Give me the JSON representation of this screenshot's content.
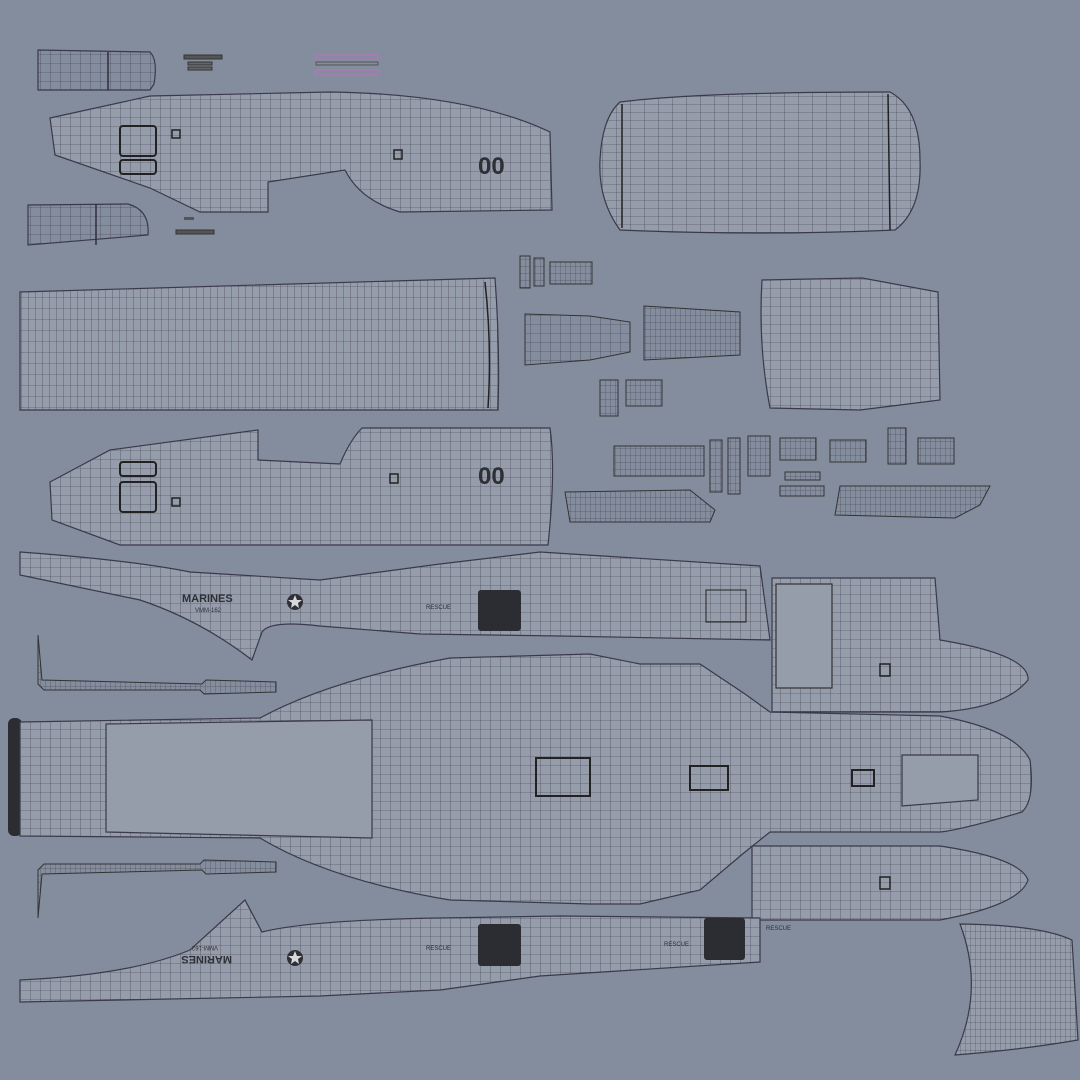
{
  "texture": {
    "background_color": "#848d9d",
    "wire_color": "#3a3a4a",
    "panel_color": "#959caa",
    "dark_fill": "#2b2d33",
    "accent_stroke": "#c070c0"
  },
  "markings": {
    "upper_side_number": "00",
    "lower_side_number": "00",
    "service_text": "MARINES",
    "unit_text": "VMM-162",
    "mirrored_service_text": "MARINES",
    "mirrored_unit_text": "VMM-162",
    "rescue_label_1": "RESCUE",
    "rescue_label_2": "RESCUE",
    "rescue_label_3": "RESCUE",
    "rescue_label_4": "RESCUE",
    "roundel_icon": "us-star-roundel-icon"
  }
}
